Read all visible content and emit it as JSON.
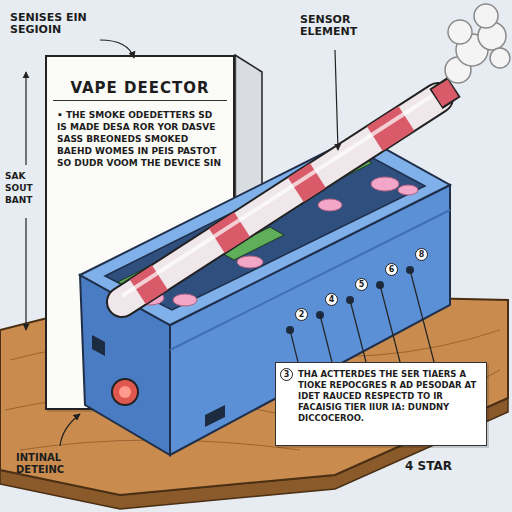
{
  "diagram": {
    "nodes": [
      {
        "text": [
          "VAPE DEECTOR",
          "• THE SMOKE ODEDETTERS SD IS MADE DESA ROR YOR DASVE SASS BREONEDS SMOKED BAEHD WOMES IN PEIS PASTOT SO DUDR VOOM THE DEVICE SIN"
        ]
      },
      {
        "text": [
          "THA ACTTERDES THE SER TIAERS A TIOKE REPOCGRES R AD PESODAR AT IDET RAUCED RESPECTD TO IR FACAISIG TIER IIUR IA: DUNDNY DICCOCEROO."
        ]
      }
    ],
    "labels": [
      "SENISES EIN SEGIOIN",
      "SENSOR ELEMENT",
      "SAK SOUT BANT",
      "2",
      "4",
      "5",
      "6",
      "8",
      "3",
      "INTINAL DETEINC",
      "4 STAR"
    ]
  }
}
